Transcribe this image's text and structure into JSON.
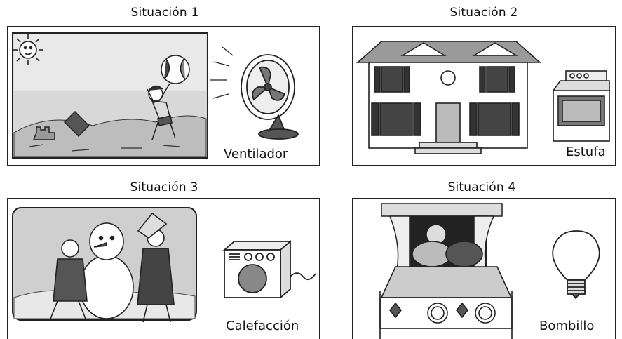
{
  "panels": [
    {
      "title": "Situación 1",
      "caption": "Ventilador"
    },
    {
      "title": "Situación 2",
      "caption": "Estufa"
    },
    {
      "title": "Situación 3",
      "caption": "Calefacción"
    },
    {
      "title": "Situación 4",
      "caption": "Bombillo"
    }
  ],
  "icons": {
    "panel1": [
      "sun-icon",
      "beach-ball-icon",
      "child-icon",
      "bucket-icon",
      "fan-icon"
    ],
    "panel2": [
      "house-icon",
      "stove-icon"
    ],
    "panel3": [
      "snowman-icon",
      "child-icon",
      "heater-icon"
    ],
    "panel4": [
      "bed-icon",
      "window-curtain-icon",
      "lightbulb-icon"
    ]
  }
}
